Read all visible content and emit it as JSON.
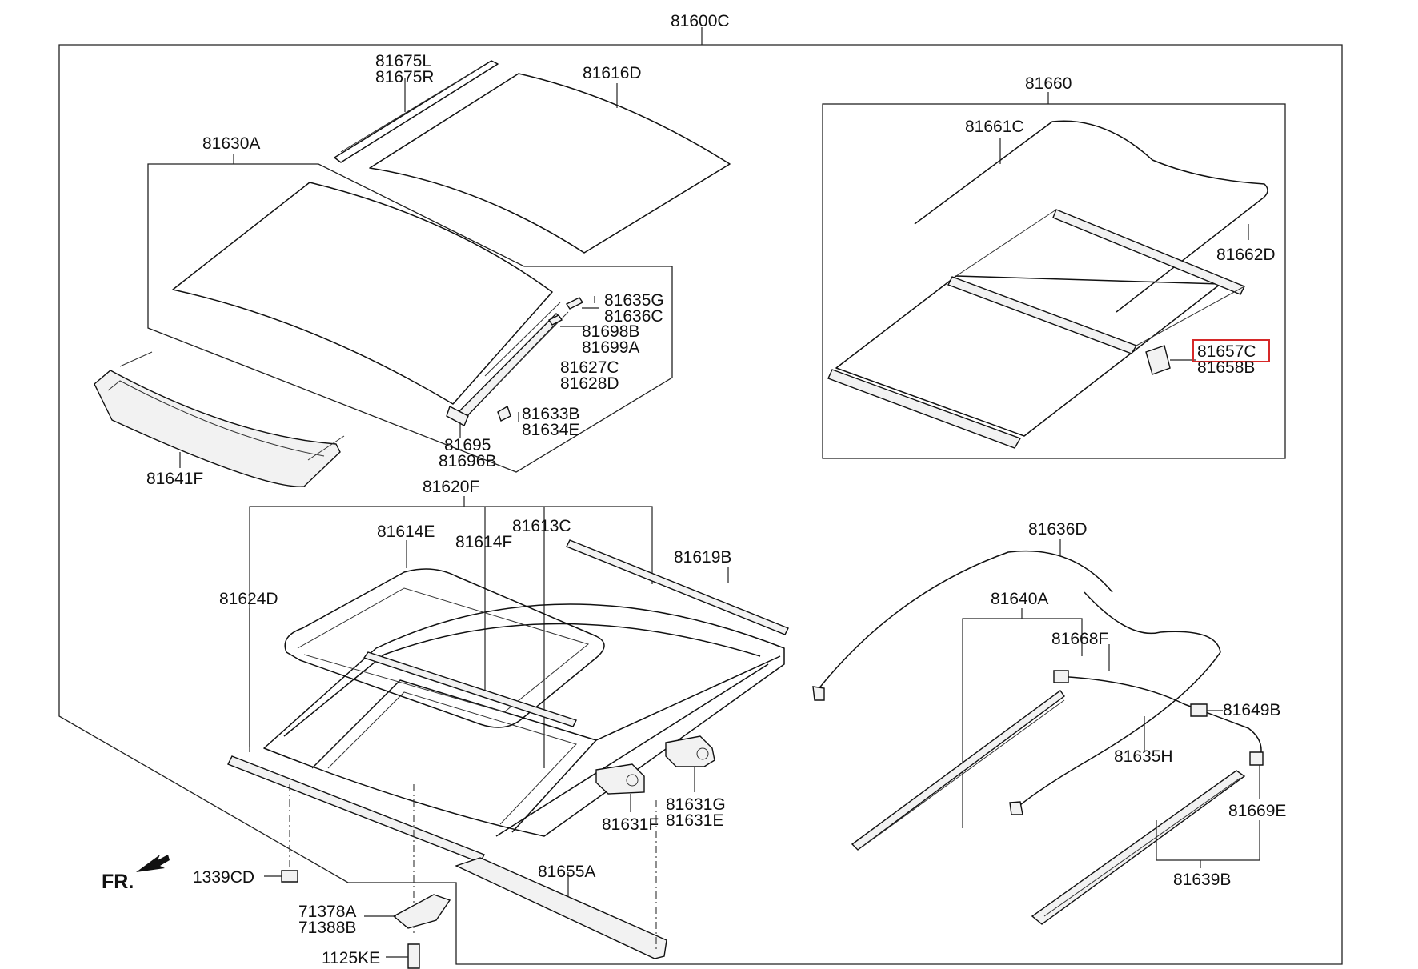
{
  "diagram": {
    "highlight_color": "#d62828",
    "labels": {
      "p81600C": "81600C",
      "p81675L": "81675L",
      "p81675R": "81675R",
      "p81616D": "81616D",
      "p81630A": "81630A",
      "p81635G": "81635G",
      "p81636C": "81636C",
      "p81698B": "81698B",
      "p81699A": "81699A",
      "p81627C": "81627C",
      "p81628D": "81628D",
      "p81633B": "81633B",
      "p81634E": "81634E",
      "p81695": "81695",
      "p81696B": "81696B",
      "p81641F": "81641F",
      "p81660": "81660",
      "p81661C": "81661C",
      "p81662D": "81662D",
      "p81657C": "81657C",
      "p81658B": "81658B",
      "p81620F": "81620F",
      "p81614E": "81614E",
      "p81614F": "81614F",
      "p81613C": "81613C",
      "p81619B": "81619B",
      "p81624D": "81624D",
      "p81631G": "81631G",
      "p81631E": "81631E",
      "p81631F": "81631F",
      "p81636D": "81636D",
      "p81640A": "81640A",
      "p81668F": "81668F",
      "p81649B": "81649B",
      "p81635H": "81635H",
      "p81669E": "81669E",
      "p81639B": "81639B",
      "p81655A": "81655A",
      "p1339CD": "1339CD",
      "p71378A": "71378A",
      "p71388B": "71388B",
      "p1125KE": "1125KE",
      "fr": "FR."
    }
  }
}
